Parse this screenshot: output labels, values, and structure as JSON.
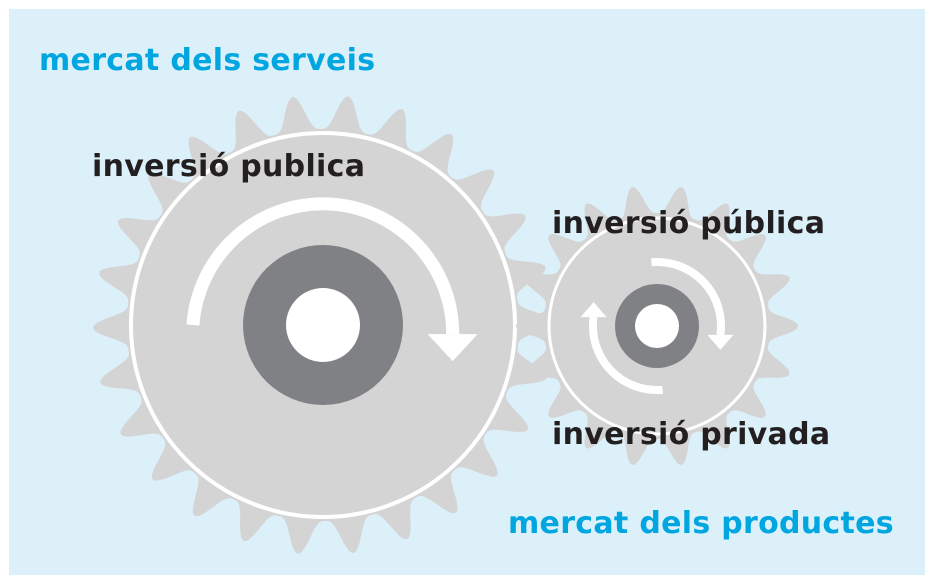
{
  "diagram": {
    "colors": {
      "background": "#dcf0fa",
      "gear": "#d4d4d5",
      "ring": "#ffffff",
      "hub": "#808184",
      "text_dark": "#231f20",
      "text_blue": "#00a6df"
    },
    "labels": {
      "market_services": "mercat dels serveis",
      "market_products": "mercat dels productes",
      "large_gear_public_investment": "inversió publica",
      "small_gear_public_investment": "inversió pública",
      "small_gear_private_investment": "inversió privada"
    },
    "large_gear": {
      "teeth": 26,
      "flow": "single-clockwise-arrow"
    },
    "small_gear": {
      "teeth": 18,
      "flow": "two-arrows-cycle"
    }
  }
}
